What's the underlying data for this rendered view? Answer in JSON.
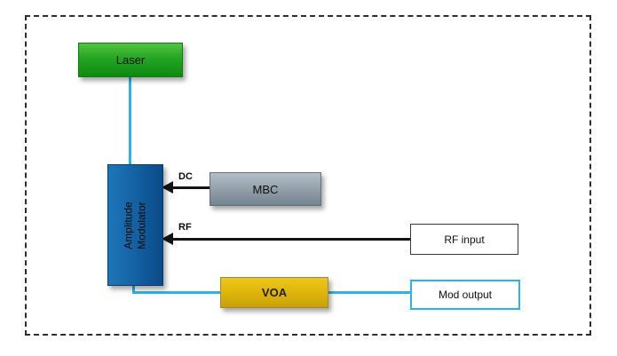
{
  "nodes": {
    "laser": {
      "label": "Laser"
    },
    "modulator": {
      "line1": "Amplitude",
      "line2": "Modulator"
    },
    "mbc": {
      "label": "MBC"
    },
    "rf_input": {
      "label": "RF input"
    },
    "voa": {
      "label": "VOA"
    },
    "mod_output": {
      "label": "Mod output"
    }
  },
  "labels": {
    "dc": "DC",
    "rf": "RF"
  },
  "colors": {
    "laser_green": "#23a523",
    "modulator_blue": "#135f9f",
    "mbc_gray": "#93a0aa",
    "voa_yellow": "#ddb30a",
    "optical_line_cyan": "#2ab4e8",
    "electrical_line_black": "#141414",
    "mod_output_border": "#2ab4e8"
  }
}
